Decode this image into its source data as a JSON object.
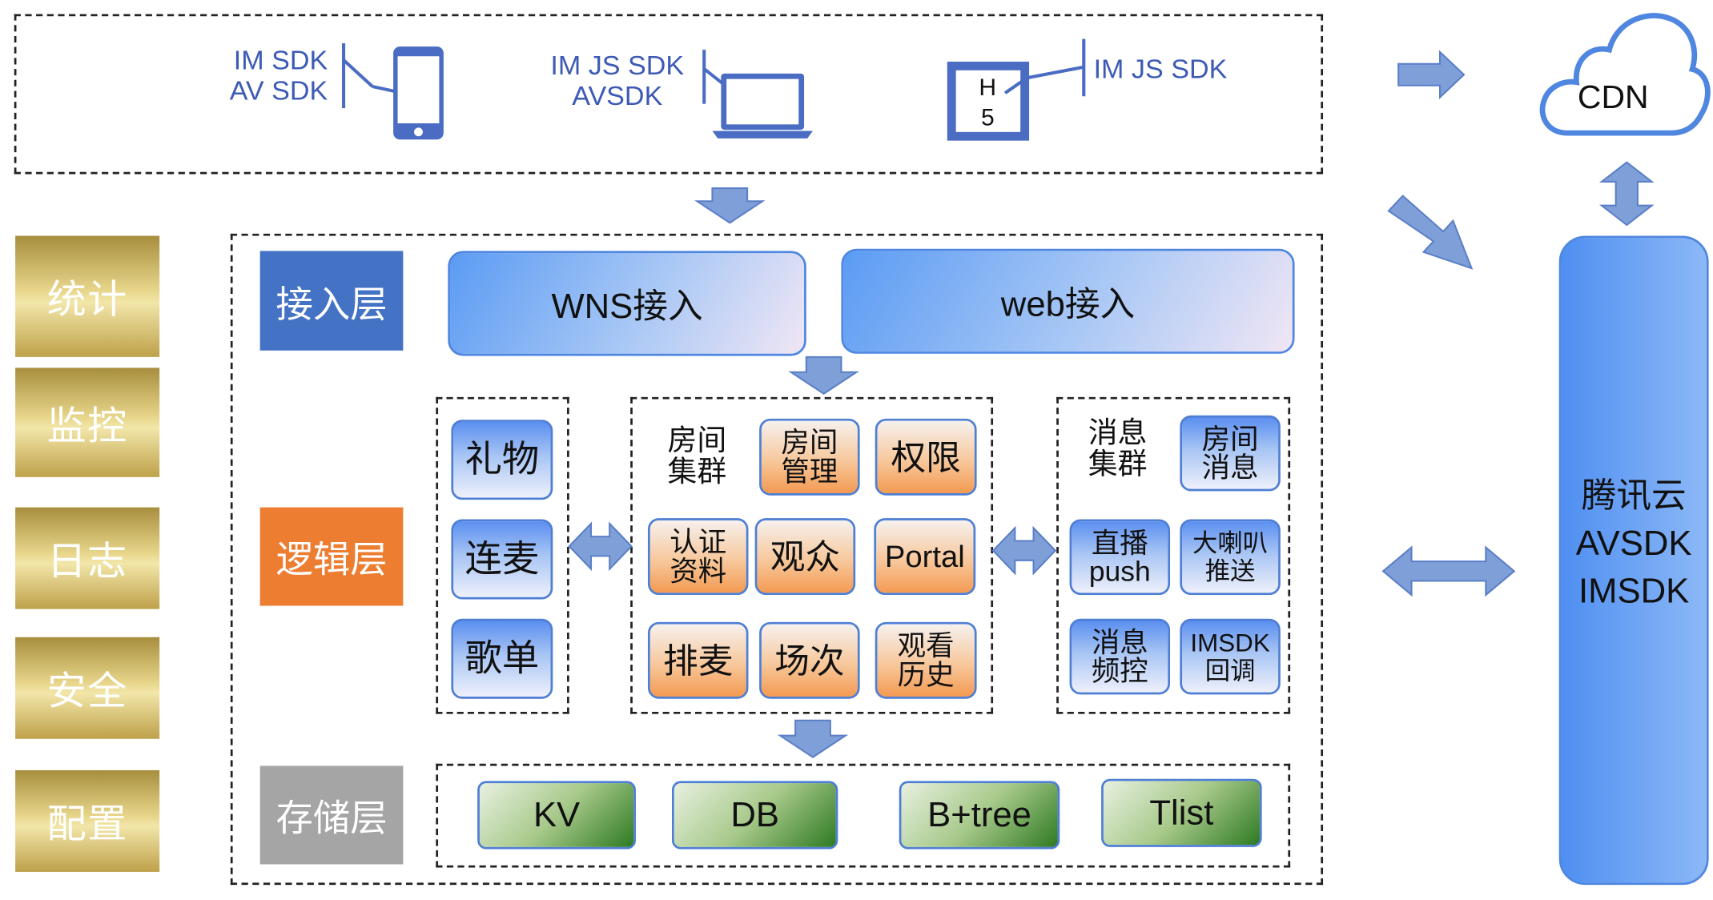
{
  "clients": {
    "mobile_sdk": "IM SDK\nAV SDK",
    "pc_sdk": "IM JS SDK\nAVSDK",
    "h5_label_top": "H",
    "h5_label_bottom": "5",
    "h5_sdk": "IM JS SDK"
  },
  "cdn_label": "CDN",
  "cloud_panel": "腾讯云\nAVSDK\nIMSDK",
  "sidebar": [
    "统计",
    "监控",
    "日志",
    "安全",
    "配置"
  ],
  "layers": {
    "access": "接入层",
    "logic": "逻辑层",
    "storage": "存储层"
  },
  "access_boxes": [
    "WNS接入",
    "web接入"
  ],
  "left_group": [
    "礼物",
    "连麦",
    "歌单"
  ],
  "room_group": {
    "title": "房间\n集群",
    "items": [
      "房间\n管理",
      "权限",
      "认证\n资料",
      "观众",
      "Portal",
      "排麦",
      "场次",
      "观看\n历史"
    ]
  },
  "msg_group": {
    "title": "消息\n集群",
    "items": [
      "房间\n消息",
      "直播\npush",
      "大喇叭\n推送",
      "消息\n频控",
      "IMSDK\n回调"
    ]
  },
  "storage_boxes": [
    "KV",
    "DB",
    "B+tree",
    "Tlist"
  ],
  "colors": {
    "sdk_text": "#3d5bb5",
    "access_layer": "#4472c4",
    "logic_layer": "#ed7d31",
    "storage_layer": "#a5a5a5",
    "arrow_fill": "#7f9fd8"
  }
}
